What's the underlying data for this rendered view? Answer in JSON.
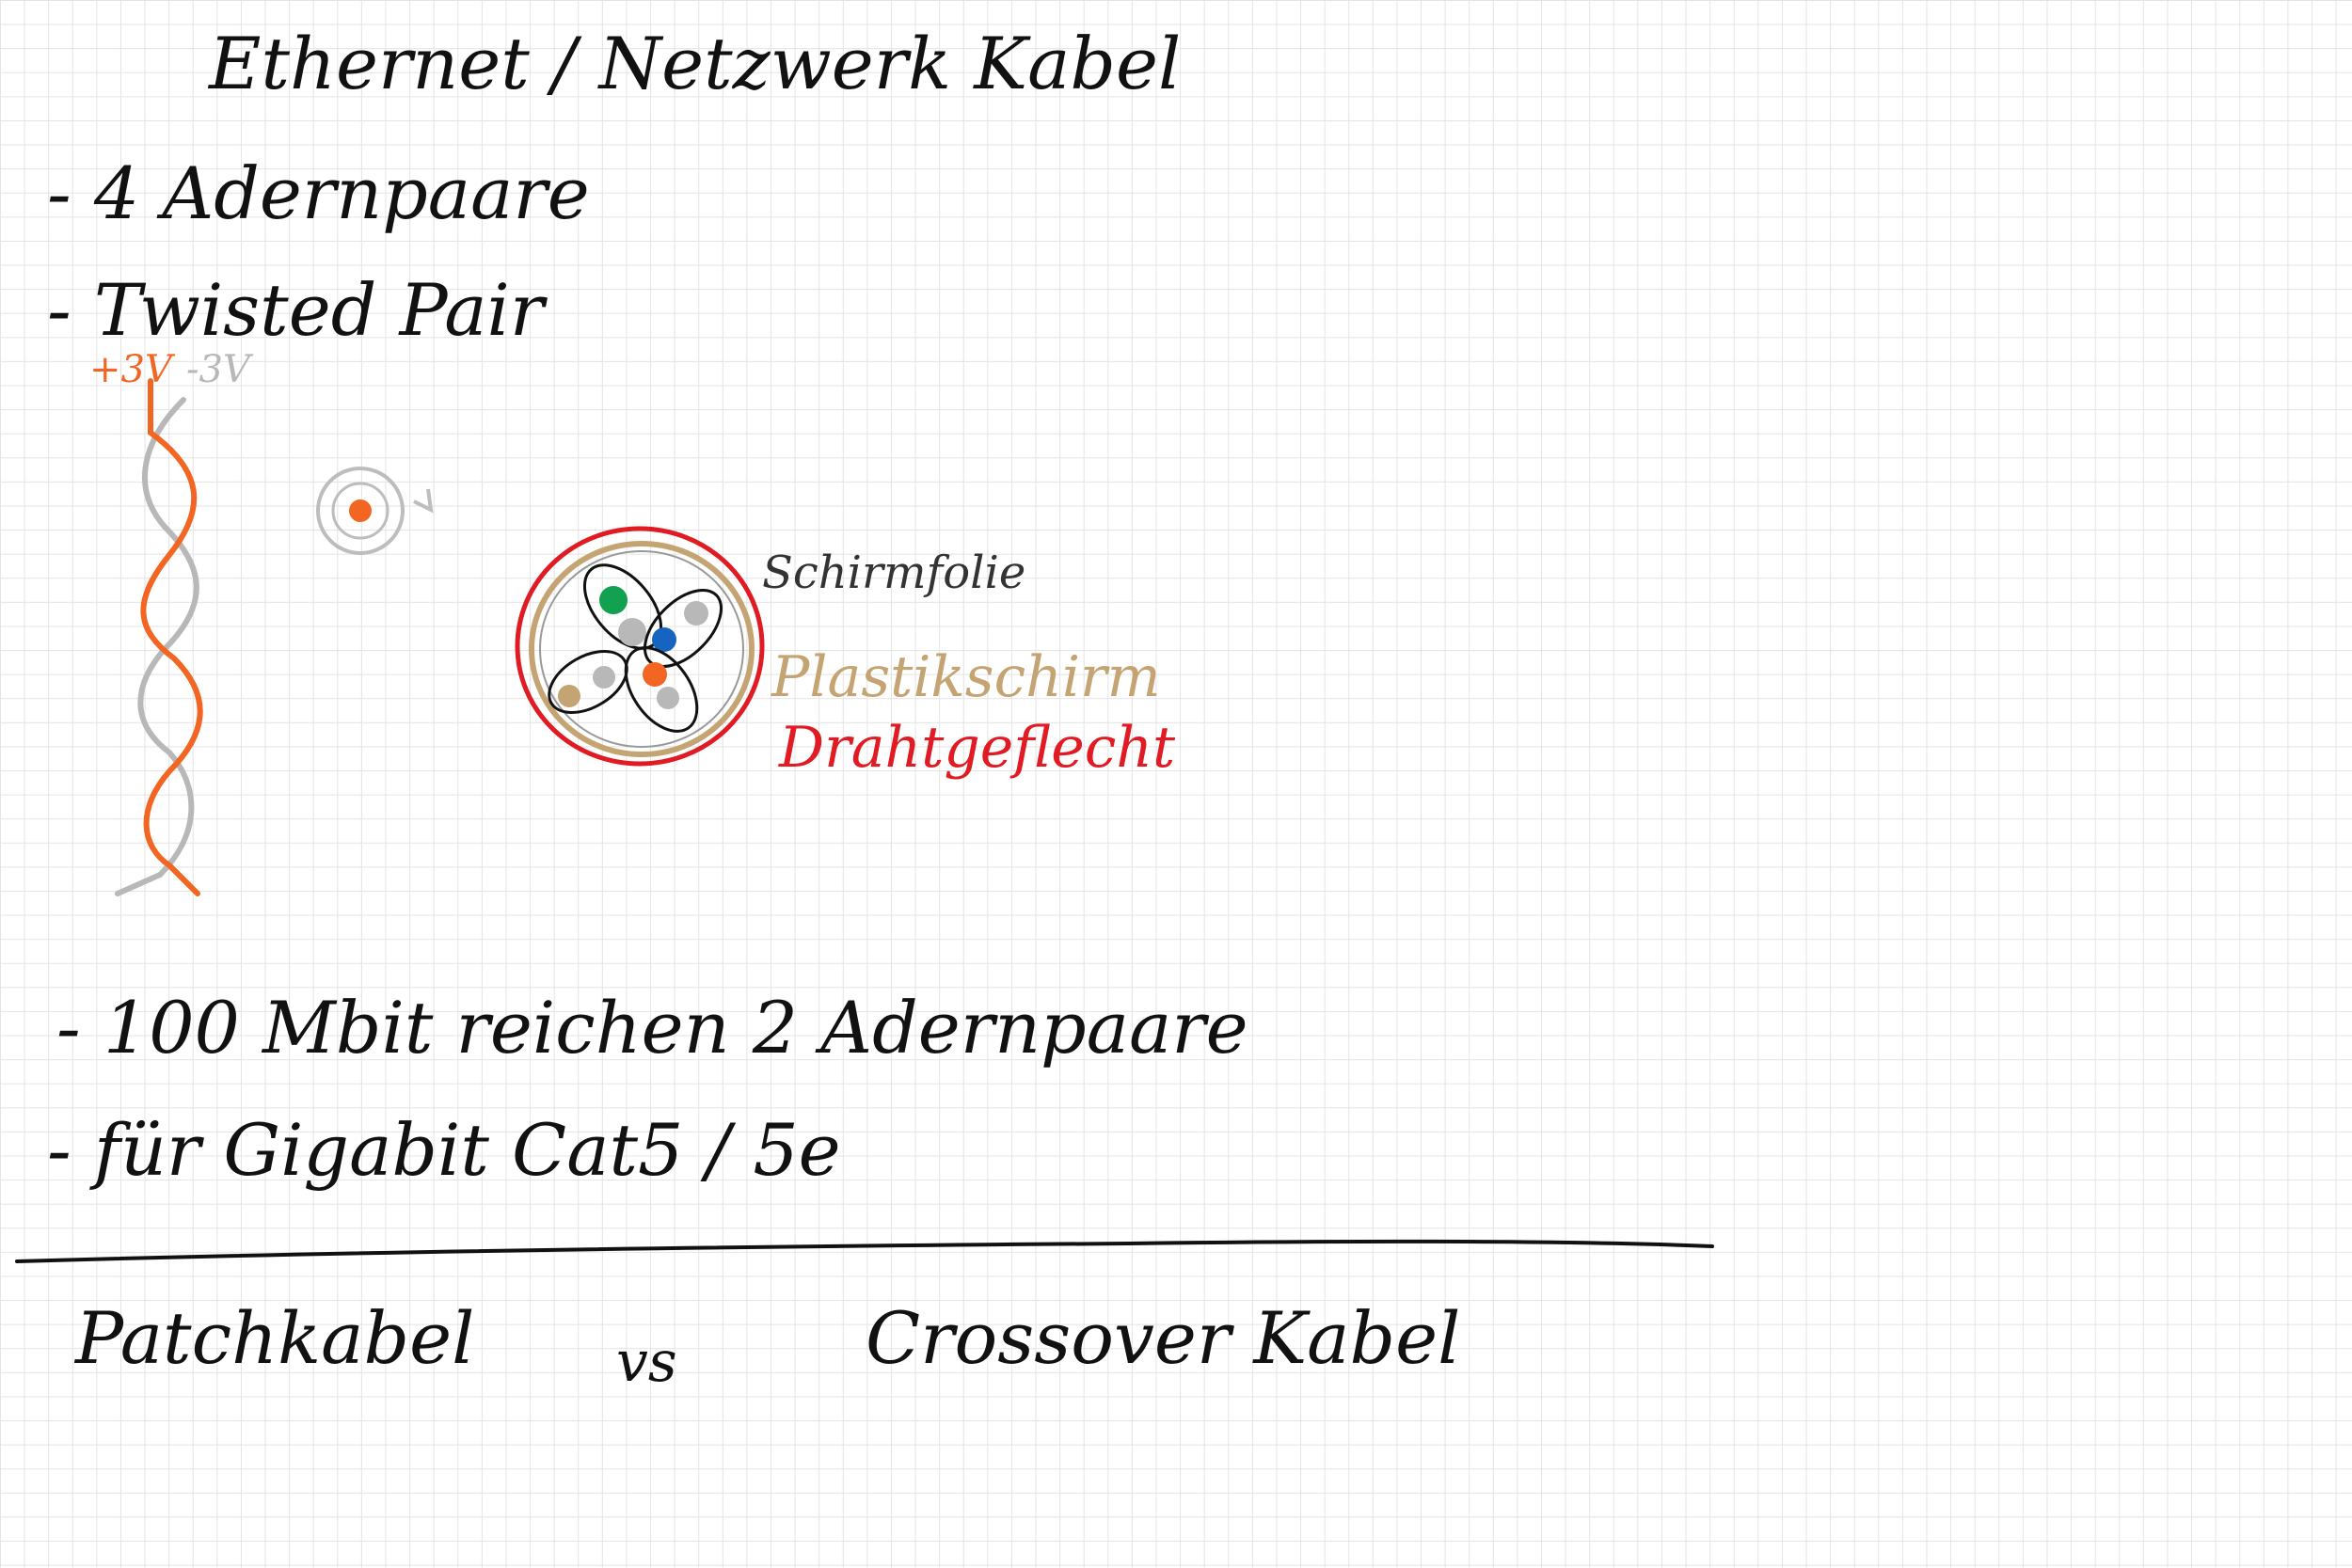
{
  "note": {
    "title": "Ethernet / Netzwerk Kabel",
    "bullets": {
      "pairs": "- 4 Adernpaare",
      "twisted": "- Twisted Pair",
      "mbit": "- 100 Mbit reichen 2 Adernpaare",
      "gigabit": "- für Gigabit Cat5 / 5e"
    },
    "wire_labels": {
      "plus": "+3V",
      "minus": "-3V"
    },
    "cable_layers": {
      "foil": "Schirmfolie",
      "plastic": "Plastikschirm",
      "braid": "Drahtgeflecht"
    },
    "bottom": {
      "left": "Patchkabel",
      "middle": "vs",
      "right": "Crossover Kabel"
    }
  },
  "colors": {
    "ink": "#111111",
    "orange": "#f26522",
    "gray": "#b8b8b8",
    "tan": "#c4a472",
    "red": "#e01b24",
    "green": "#12a150",
    "blue": "#1565c0"
  }
}
